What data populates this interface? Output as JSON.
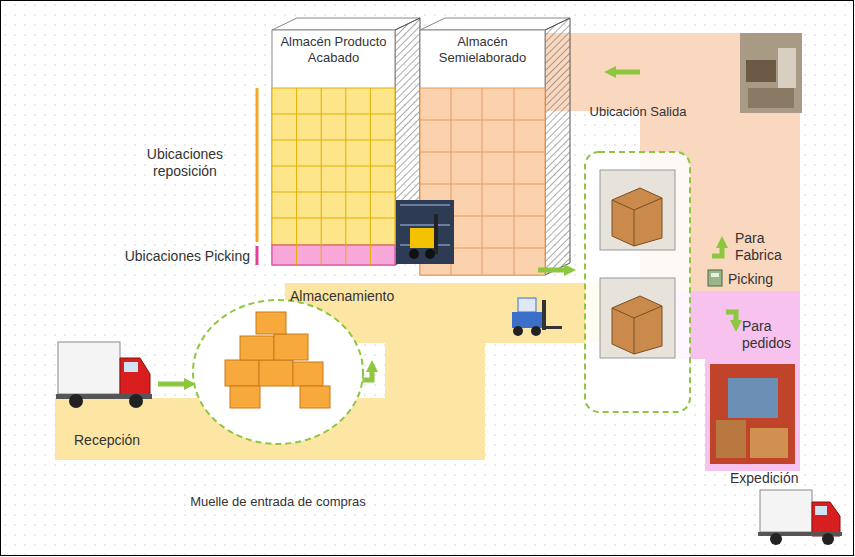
{
  "diagram": {
    "nodes": [
      {
        "text": [
          "Almacén Producto Acabado"
        ]
      },
      {
        "text": [
          "Almacén Semielaborado"
        ]
      },
      {
        "text": [
          "Muelle de entrada de compras"
        ]
      },
      {
        "text": [
          "Ubicación Salida"
        ]
      }
    ],
    "labels": [
      "Ubicaciones reposición",
      "Ubicaciones Picking",
      "Almacenamiento",
      "Recepción",
      "Para Fabrica",
      "Picking",
      "Para pedidos",
      "Expedición"
    ]
  }
}
